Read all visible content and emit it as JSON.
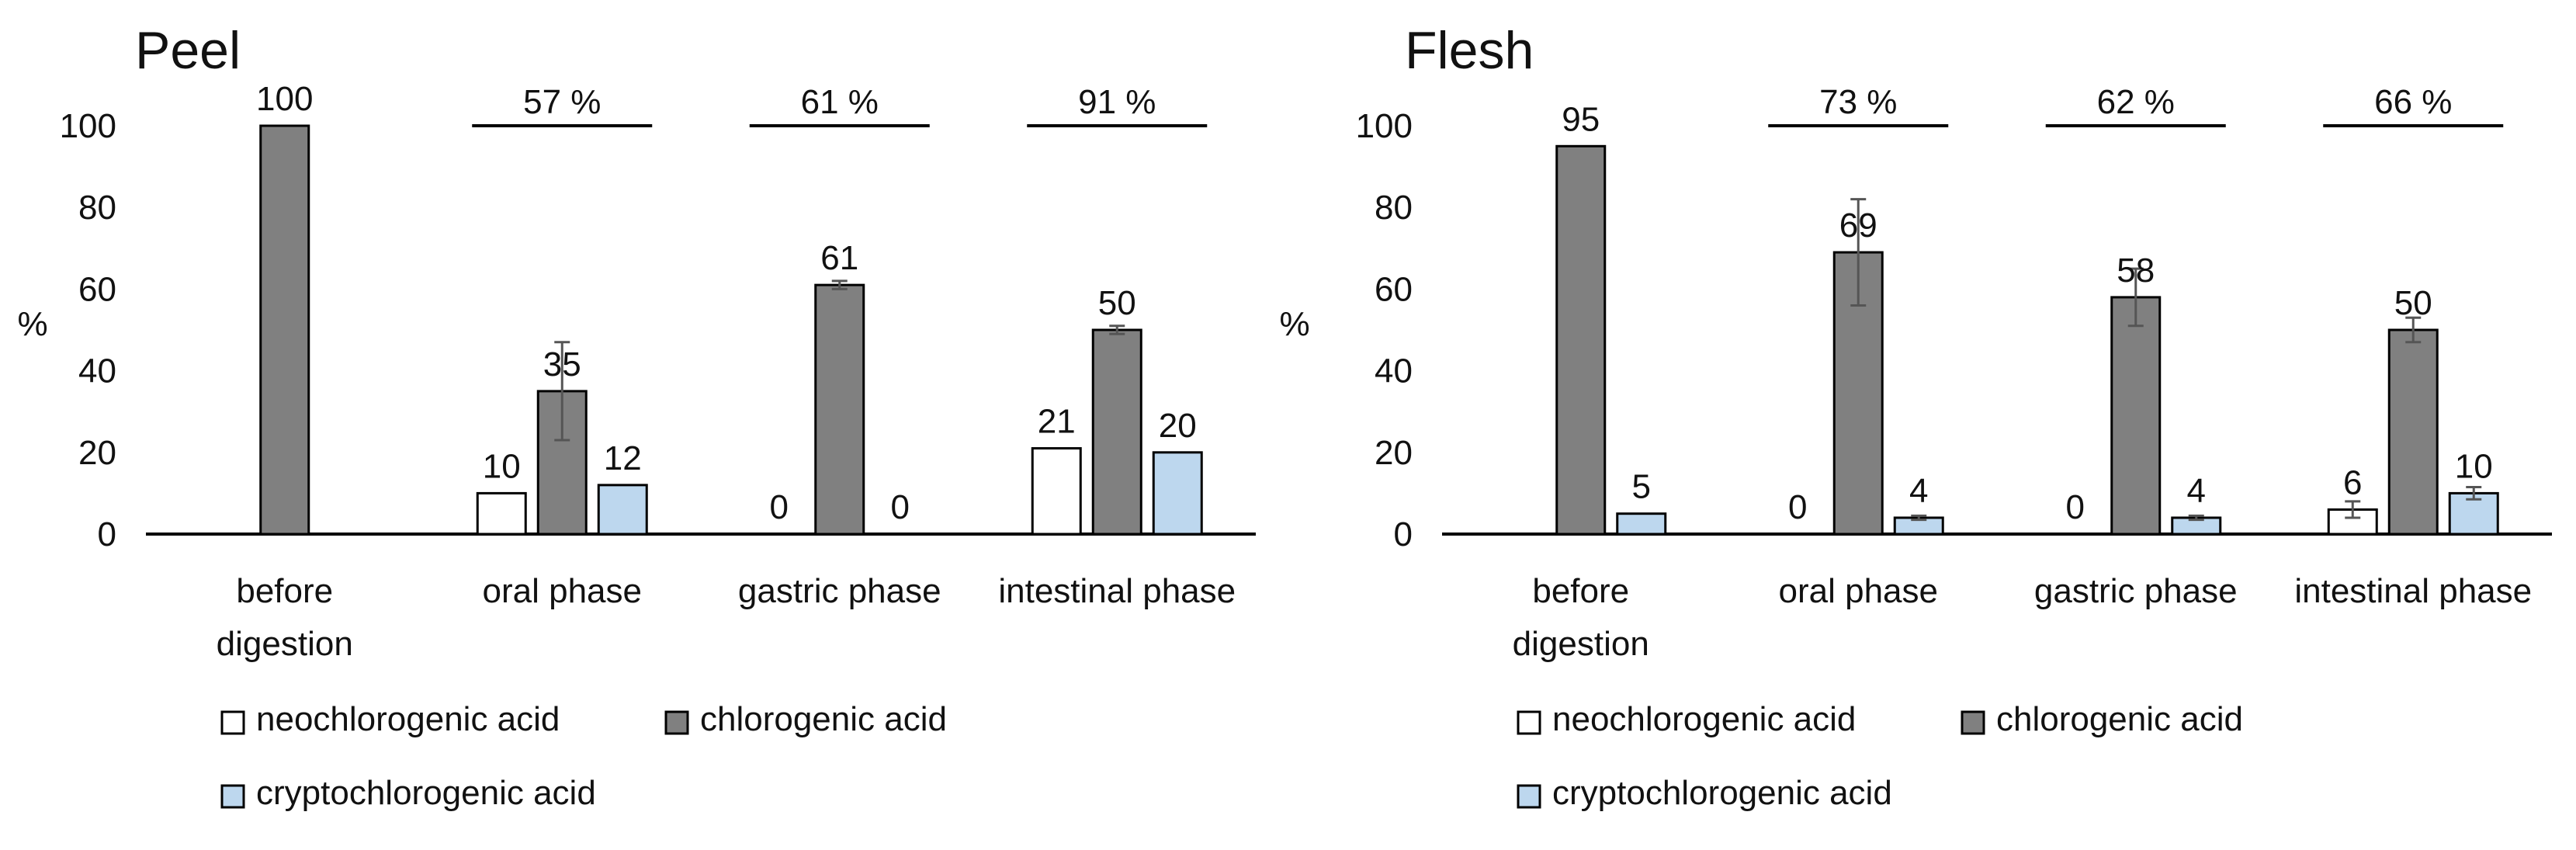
{
  "chart_data": [
    {
      "type": "bar",
      "title": "Peel",
      "ylabel": "%",
      "ylim": [
        0,
        100
      ],
      "yticks": [
        "0",
        "20",
        "40",
        "60",
        "80",
        "100"
      ],
      "categories": [
        "before digestion",
        "oral phase",
        "gastric phase",
        "intestinal phase"
      ],
      "series": [
        {
          "name": "neochlorogenic acid",
          "color": "#ffffff",
          "values": [
            null,
            10,
            0,
            21
          ],
          "labels": [
            "",
            "10",
            "0",
            "21"
          ],
          "errors": [
            null,
            0,
            null,
            0
          ]
        },
        {
          "name": "chlorogenic acid",
          "color": "#808080",
          "values": [
            100,
            35,
            61,
            50
          ],
          "labels": [
            "100",
            "35",
            "61",
            "50"
          ],
          "errors": [
            0,
            12,
            1,
            1
          ]
        },
        {
          "name": "cryptochlorogenic acid",
          "color": "#bdd7ee",
          "values": [
            null,
            12,
            0,
            20
          ],
          "labels": [
            "",
            "12",
            "0",
            "20"
          ],
          "errors": [
            null,
            0,
            null,
            0
          ]
        }
      ],
      "brackets": [
        null,
        "57 %",
        "61 %",
        "91 %"
      ],
      "legend": [
        "neochlorogenic acid",
        "chlorogenic acid",
        "cryptochlorogenic acid"
      ]
    },
    {
      "type": "bar",
      "title": "Flesh",
      "ylabel": "%",
      "ylim": [
        0,
        100
      ],
      "yticks": [
        "0",
        "20",
        "40",
        "60",
        "80",
        "100"
      ],
      "categories": [
        "before digestion",
        "oral phase",
        "gastric phase",
        "intestinal phase"
      ],
      "series": [
        {
          "name": "neochlorogenic acid",
          "color": "#ffffff",
          "values": [
            null,
            0,
            0,
            6
          ],
          "labels": [
            "",
            "0",
            "0",
            "6"
          ],
          "errors": [
            null,
            null,
            null,
            2
          ]
        },
        {
          "name": "chlorogenic acid",
          "color": "#808080",
          "values": [
            95,
            69,
            58,
            50
          ],
          "labels": [
            "95",
            "69",
            "58",
            "50"
          ],
          "errors": [
            0,
            13,
            7,
            3
          ]
        },
        {
          "name": "cryptochlorogenic acid",
          "color": "#bdd7ee",
          "values": [
            5,
            4,
            4,
            10
          ],
          "labels": [
            "5",
            "4",
            "4",
            "10"
          ],
          "errors": [
            0,
            0.5,
            0.5,
            1.5
          ]
        }
      ],
      "brackets": [
        null,
        "73 %",
        "62 %",
        "66 %"
      ],
      "legend": [
        "neochlorogenic acid",
        "chlorogenic acid",
        "cryptochlorogenic acid"
      ]
    }
  ]
}
